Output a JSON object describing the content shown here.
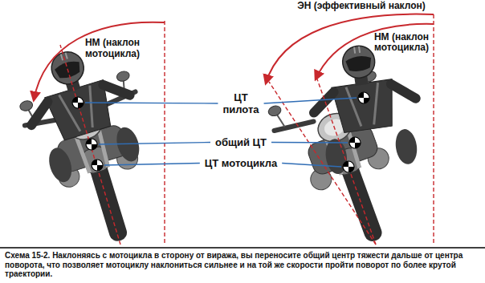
{
  "diagram": {
    "caption": "Схема 15-2. Наклоняясь с мотоцикла в сторону от виража, вы переносите общий центр тяжести дальше от центра поворота, что позволяет мотоциклу наклониться сильнее и на той же скорости пройти поворот по более крутой траектории.",
    "labels": [
      "ЭН (эффективный наклон)",
      "НМ (наклон мотоцикла)",
      "НМ (наклон мотоцикла)",
      "ЦТ пилота",
      "общий ЦТ",
      "ЦТ мотоцикла"
    ]
  }
}
